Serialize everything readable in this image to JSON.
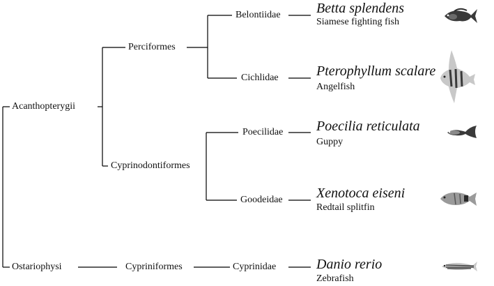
{
  "tree": {
    "superorders": [
      "Acanthopterygii",
      "Ostariophysi"
    ],
    "orders": [
      "Perciformes",
      "Cyprinodontiformes",
      "Cypriniformes"
    ],
    "families": [
      "Belontiidae",
      "Cichlidae",
      "Poecilidae",
      "Goodeidae",
      "Cyprinidae"
    ],
    "species": [
      {
        "scientific": "Betta splendens",
        "common": "Siamese fighting fish",
        "icon": "betta-fish-icon"
      },
      {
        "scientific": "Pterophyllum scalare",
        "common": "Angelfish",
        "icon": "angelfish-icon"
      },
      {
        "scientific": "Poecilia reticulata",
        "common": "Guppy",
        "icon": "guppy-icon"
      },
      {
        "scientific": "Xenotoca eiseni",
        "common": "Redtail splitfin",
        "icon": "splitfin-fish-icon"
      },
      {
        "scientific": "Danio rerio",
        "common": "Zebrafish",
        "icon": "zebrafish-icon"
      }
    ]
  },
  "colors": {
    "line": "#000000",
    "text": "#111111",
    "fish_dark": "#3a3a3a",
    "fish_mid": "#8a8a8a",
    "fish_light": "#c8c8c8"
  }
}
